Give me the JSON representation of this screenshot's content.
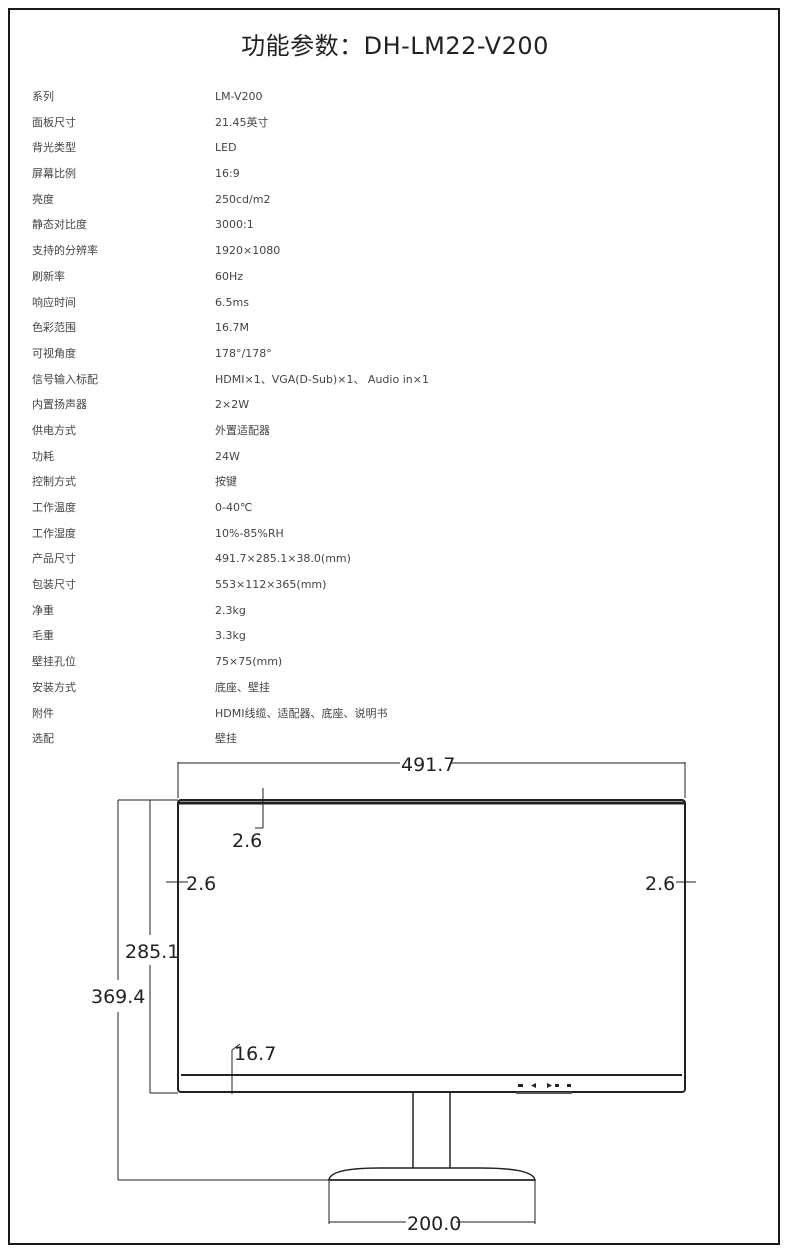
{
  "title": "功能参数：DH-LM22-V200",
  "specs": [
    {
      "label": "系列",
      "value": "LM-V200"
    },
    {
      "label": "面板尺寸",
      "value": "21.45英寸"
    },
    {
      "label": "背光类型",
      "value": "LED"
    },
    {
      "label": "屏幕比例",
      "value": "16:9"
    },
    {
      "label": "亮度",
      "value": "250cd/m2"
    },
    {
      "label": "静态对比度",
      "value": "3000:1"
    },
    {
      "label": "支持的分辨率",
      "value": "1920×1080"
    },
    {
      "label": "刷新率",
      "value": "60Hz"
    },
    {
      "label": "响应时间",
      "value": "6.5ms"
    },
    {
      "label": "色彩范围",
      "value": "16.7M"
    },
    {
      "label": "可视角度",
      "value": "178°/178°"
    },
    {
      "label": "信号输入标配",
      "value": "HDMI×1、VGA(D-Sub)×1、 Audio in×1"
    },
    {
      "label": "内置扬声器",
      "value": "2×2W"
    },
    {
      "label": "供电方式",
      "value": "外置适配器"
    },
    {
      "label": "功耗",
      "value": "24W"
    },
    {
      "label": "控制方式",
      "value": "按键"
    },
    {
      "label": "工作温度",
      "value": "0-40℃"
    },
    {
      "label": "工作湿度",
      "value": "10%-85%RH"
    },
    {
      "label": "产品尺寸",
      "value": "491.7×285.1×38.0(mm)"
    },
    {
      "label": "包装尺寸",
      "value": "553×112×365(mm)"
    },
    {
      "label": "净重",
      "value": "2.3kg"
    },
    {
      "label": "毛重",
      "value": "3.3kg"
    },
    {
      "label": "壁挂孔位",
      "value": "75×75(mm)"
    },
    {
      "label": "安装方式",
      "value": "底座、壁挂"
    },
    {
      "label": "附件",
      "value": "HDMI线缆、适配器、底座、说明书"
    },
    {
      "label": "选配",
      "value": "壁挂"
    }
  ],
  "drawing": {
    "width_label": "491.7",
    "top_bezel_label": "2.6",
    "left_bezel_label": "2.6",
    "right_bezel_label": "2.6",
    "screen_height_label": "285.1",
    "total_height_label": "369.4",
    "bottom_bezel_label": "16.7",
    "base_width_label": "200.0"
  }
}
